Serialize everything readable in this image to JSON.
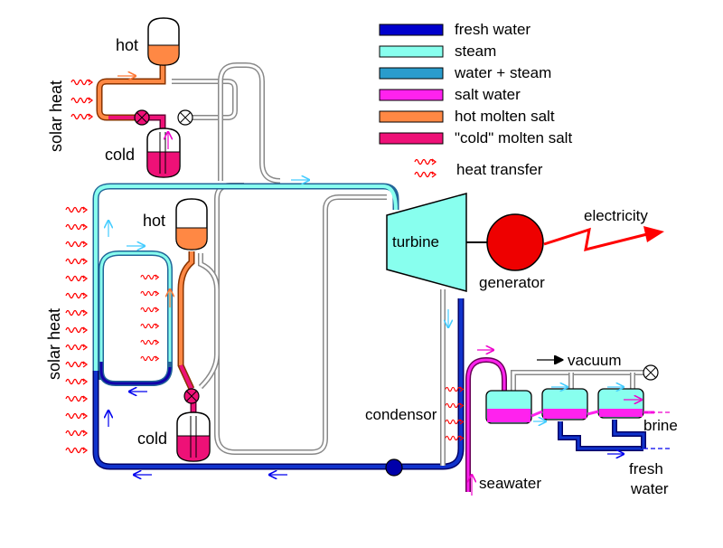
{
  "legend": {
    "items": [
      {
        "label": "fresh water",
        "color": "#0000cc"
      },
      {
        "label": "steam",
        "color": "#88ffee"
      },
      {
        "label": "water + steam",
        "color": "#2a9ccc"
      },
      {
        "label": "salt water",
        "color": "#ff22ee"
      },
      {
        "label": "hot molten salt",
        "color": "#ff8844"
      },
      {
        "label": "\"cold\" molten salt",
        "color": "#ee1177"
      }
    ],
    "heat_transfer": "heat transfer"
  },
  "labels": {
    "solar_heat": "solar heat",
    "hot": "hot",
    "cold": "cold",
    "turbine": "turbine",
    "generator": "generator",
    "electricity": "electricity",
    "condensor": "condensor",
    "vacuum": "vacuum",
    "brine": "brine",
    "fresh": "fresh",
    "water": "water",
    "seawater": "seawater"
  },
  "colors": {
    "heat_wave": "#ff0000",
    "pipe_gray": "#999999",
    "turbine_fill": "#88ffee",
    "generator_fill": "#ee0000",
    "electricity_bolt": "#ff0000"
  }
}
